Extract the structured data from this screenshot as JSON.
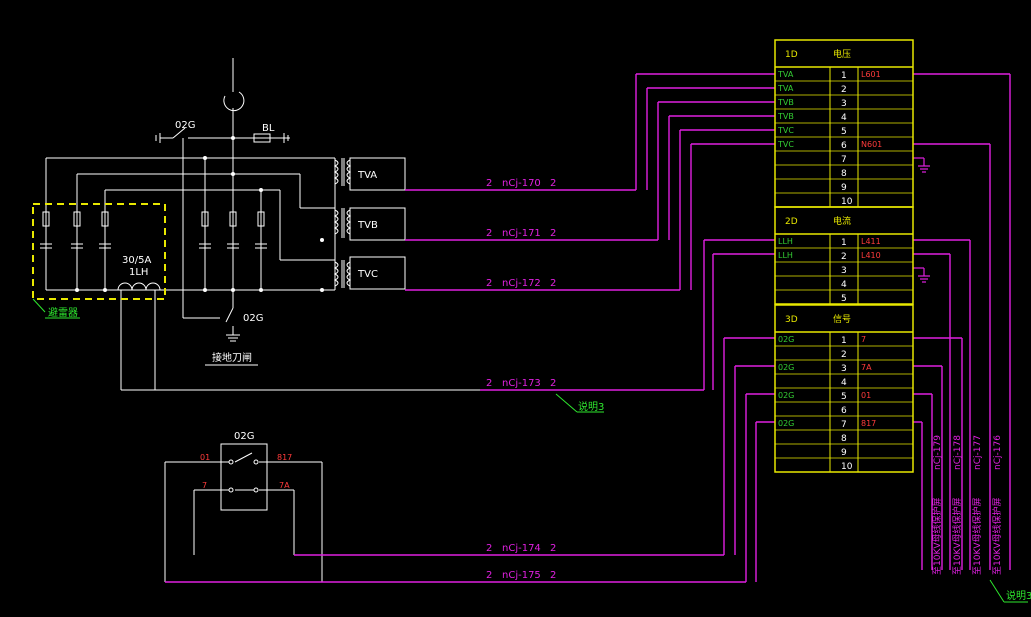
{
  "colors": {
    "background": "#000000",
    "wire": "#ffffff",
    "cable": "#e020e0",
    "terminal_box": "#e8e800",
    "label_green": "#2ee82e",
    "label_red": "#ff3b3b"
  },
  "switchgear": {
    "label_02g_top": "02G",
    "label_bl": "BL",
    "label_ct": "30/5A",
    "label_lh": "1LH",
    "label_02g_bottom": "02G",
    "label_ground": "接地刀闸",
    "dashed_box_label": "避雷器",
    "pt_labels": [
      "TVA",
      "TVB",
      "TVC"
    ]
  },
  "aux_switch": {
    "title": "02G",
    "left_top": "01",
    "right_top": "817",
    "left_bottom": "7",
    "right_bottom": "7A"
  },
  "cables": [
    {
      "id": "nCj-170",
      "end_left": "2",
      "end_right": "2"
    },
    {
      "id": "nCj-171",
      "end_left": "2",
      "end_right": "2"
    },
    {
      "id": "nCj-172",
      "end_left": "2",
      "end_right": "2"
    },
    {
      "id": "nCj-173",
      "end_left": "2",
      "end_right": "2"
    },
    {
      "id": "nCj-174",
      "end_left": "2",
      "end_right": "2"
    },
    {
      "id": "nCj-175",
      "end_left": "2",
      "end_right": "2"
    }
  ],
  "callout_3": "说明3",
  "callout_3b": "说明3",
  "terminal_blocks": [
    {
      "name": "1D",
      "title": "电压",
      "rows": [
        {
          "left": "TVA",
          "num": "1",
          "right": "L601"
        },
        {
          "left": "TVA",
          "num": "2",
          "right": ""
        },
        {
          "left": "TVB",
          "num": "3",
          "right": ""
        },
        {
          "left": "TVB",
          "num": "4",
          "right": ""
        },
        {
          "left": "TVC",
          "num": "5",
          "right": ""
        },
        {
          "left": "TVC",
          "num": "6",
          "right": "N601"
        },
        {
          "left": "",
          "num": "7",
          "right": ""
        },
        {
          "left": "",
          "num": "8",
          "right": ""
        },
        {
          "left": "",
          "num": "9",
          "right": ""
        },
        {
          "left": "",
          "num": "10",
          "right": ""
        }
      ]
    },
    {
      "name": "2D",
      "title": "电流",
      "rows": [
        {
          "left": "LLH",
          "num": "1",
          "right": "L411"
        },
        {
          "left": "LLH",
          "num": "2",
          "right": "L410"
        },
        {
          "left": "",
          "num": "3",
          "right": ""
        },
        {
          "left": "",
          "num": "4",
          "right": ""
        },
        {
          "left": "",
          "num": "5",
          "right": ""
        }
      ]
    },
    {
      "name": "3D",
      "title": "信号",
      "rows": [
        {
          "left": "02G",
          "num": "1",
          "right": "7"
        },
        {
          "left": "",
          "num": "2",
          "right": ""
        },
        {
          "left": "02G",
          "num": "3",
          "right": "7A"
        },
        {
          "left": "",
          "num": "4",
          "right": ""
        },
        {
          "left": "02G",
          "num": "5",
          "right": "01"
        },
        {
          "left": "",
          "num": "6",
          "right": ""
        },
        {
          "left": "02G",
          "num": "7",
          "right": "817"
        },
        {
          "left": "",
          "num": "8",
          "right": ""
        },
        {
          "left": "",
          "num": "9",
          "right": ""
        },
        {
          "left": "",
          "num": "10",
          "right": ""
        }
      ]
    }
  ],
  "outgoing": [
    {
      "cable": "nCj-179",
      "dest": "至10KV母线保护屏"
    },
    {
      "cable": "nCj-178",
      "dest": "至10KV母线保护屏"
    },
    {
      "cable": "nCj-177",
      "dest": "至10KV母线保护屏"
    },
    {
      "cable": "nCj-176",
      "dest": "至10KV母线保护屏"
    }
  ]
}
